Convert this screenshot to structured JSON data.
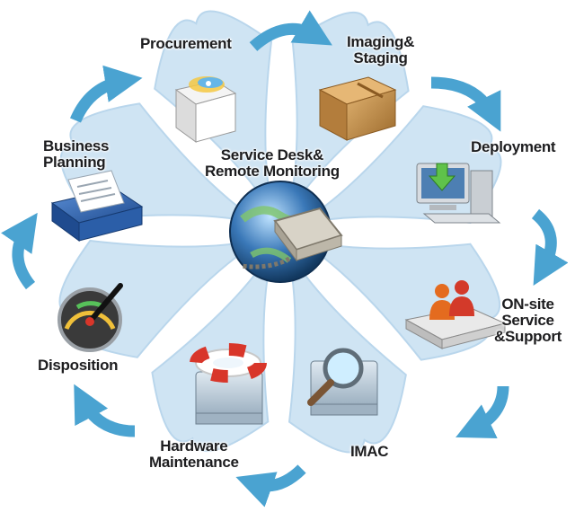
{
  "diagram": {
    "center_label": [
      "Service Desk&",
      "Remote Monitoring"
    ],
    "stages": [
      {
        "id": "procurement",
        "label": [
          "Procurement"
        ],
        "icon": "open-box-icon"
      },
      {
        "id": "imaging-staging",
        "label": [
          "Imaging&",
          "Staging"
        ],
        "icon": "cardboard-box-icon"
      },
      {
        "id": "deployment",
        "label": [
          "Deployment"
        ],
        "icon": "computer-download-icon"
      },
      {
        "id": "onsite-service",
        "label": [
          "ON-site",
          "Service",
          "&Support"
        ],
        "icon": "people-on-platform-icon"
      },
      {
        "id": "imac",
        "label": [
          "IMAC"
        ],
        "icon": "magnifier-drive-icon"
      },
      {
        "id": "hardware-maintenance",
        "label": [
          "Hardware",
          "Maintenance"
        ],
        "icon": "lifebuoy-drive-icon"
      },
      {
        "id": "disposition",
        "label": [
          "Disposition"
        ],
        "icon": "gauge-dial-icon"
      },
      {
        "id": "business-planning",
        "label": [
          "Business",
          "Planning"
        ],
        "icon": "binder-document-icon"
      }
    ],
    "colors": {
      "petal": "#cfe4f3",
      "petal_edge": "#b9d6ec",
      "arrow": "#4aa3d1",
      "text": "#1d1d1f"
    },
    "center_icon": "globe-modem-icon"
  }
}
